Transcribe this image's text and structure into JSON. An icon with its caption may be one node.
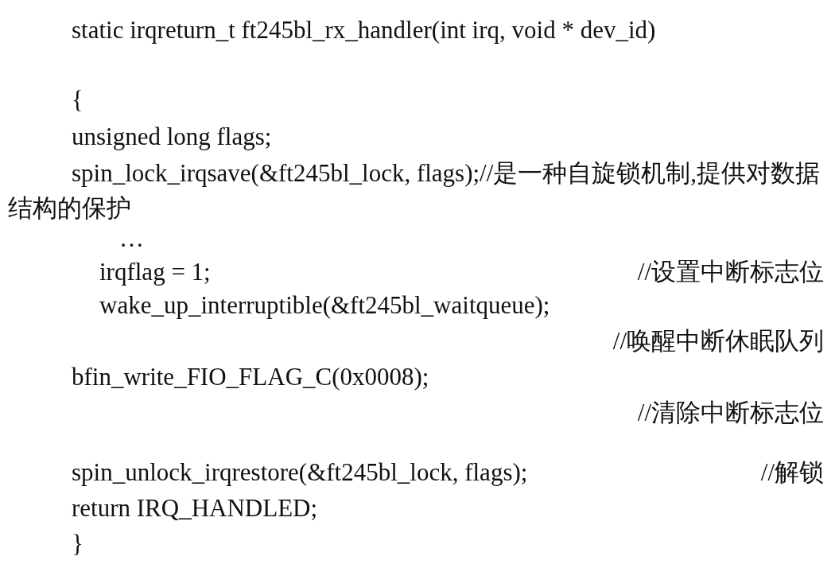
{
  "diagram": {
    "labels": [
      "static irqreturn_t ft245bl_rx_handler(int irq, void * dev_id)",
      "{",
      "unsigned long flags;",
      "spin_lock_irqsave(&ft245bl_lock, flags);//是一种自旋锁机制,提供对数据结构的保护",
      "…",
      "irqflag = 1;",
      "//设置中断标志位",
      "wake_up_interruptible(&ft245bl_waitqueue);",
      "//唤醒中断休眠队列",
      "bfin_write_FIO_FLAG_C(0x0008);",
      "//清除中断标志位",
      "spin_unlock_irqrestore(&ft245bl_lock, flags);",
      "//解锁",
      "return IRQ_HANDLED;",
      "}"
    ]
  }
}
